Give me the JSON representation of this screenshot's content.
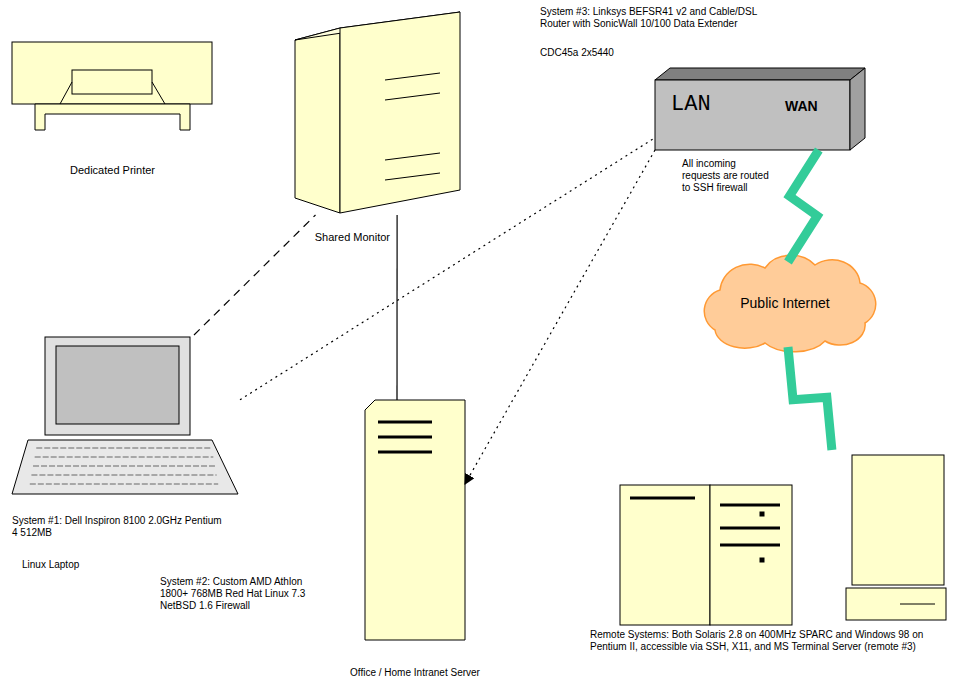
{
  "diagram": {
    "nodes": [
      {
        "text": [
          "Dedicated Printer"
        ]
      },
      {
        "text": [
          "Shared Monitor"
        ]
      },
      {
        "text": [
          "System #3: Linksys BEFSR41 v2 and Cable/DSL Router with SonicWall 10/100 Data Extender",
          "CDC45a 2x5440",
          "LAN",
          "WAN",
          "All incoming requests are routed to SSH firewall"
        ]
      },
      {
        "text": [
          "Public Internet"
        ]
      },
      {
        "text": [
          "System #1: Dell Inspiron 8100 2.0GHz Pentium 4 512MB",
          "Linux Laptop"
        ]
      },
      {
        "text": [
          "System #2: Custom AMD Athlon 1800+ 768MB Red Hat Linux 7.3 NetBSD 1.6 Firewall",
          "Office / Home Intranet Server"
        ]
      },
      {
        "text": [
          "Remote Systems: Both Solaris 2.8 on 400MHz SPARC and Windows 98 on Pentium II, accessible via SSH, X11, and MS Terminal Server (remote #3)"
        ]
      }
    ],
    "edges": [
      {
        "from": 4,
        "to": 1,
        "arrow": "none"
      },
      {
        "from": 4,
        "to": 2,
        "arrow": "none"
      },
      {
        "from": 1,
        "to": 5,
        "arrow": "none"
      },
      {
        "from": 2,
        "to": 5,
        "arrow": "to"
      },
      {
        "from": 2,
        "to": 3,
        "arrow": "none"
      },
      {
        "from": 3,
        "to": 6,
        "arrow": "none"
      }
    ]
  }
}
